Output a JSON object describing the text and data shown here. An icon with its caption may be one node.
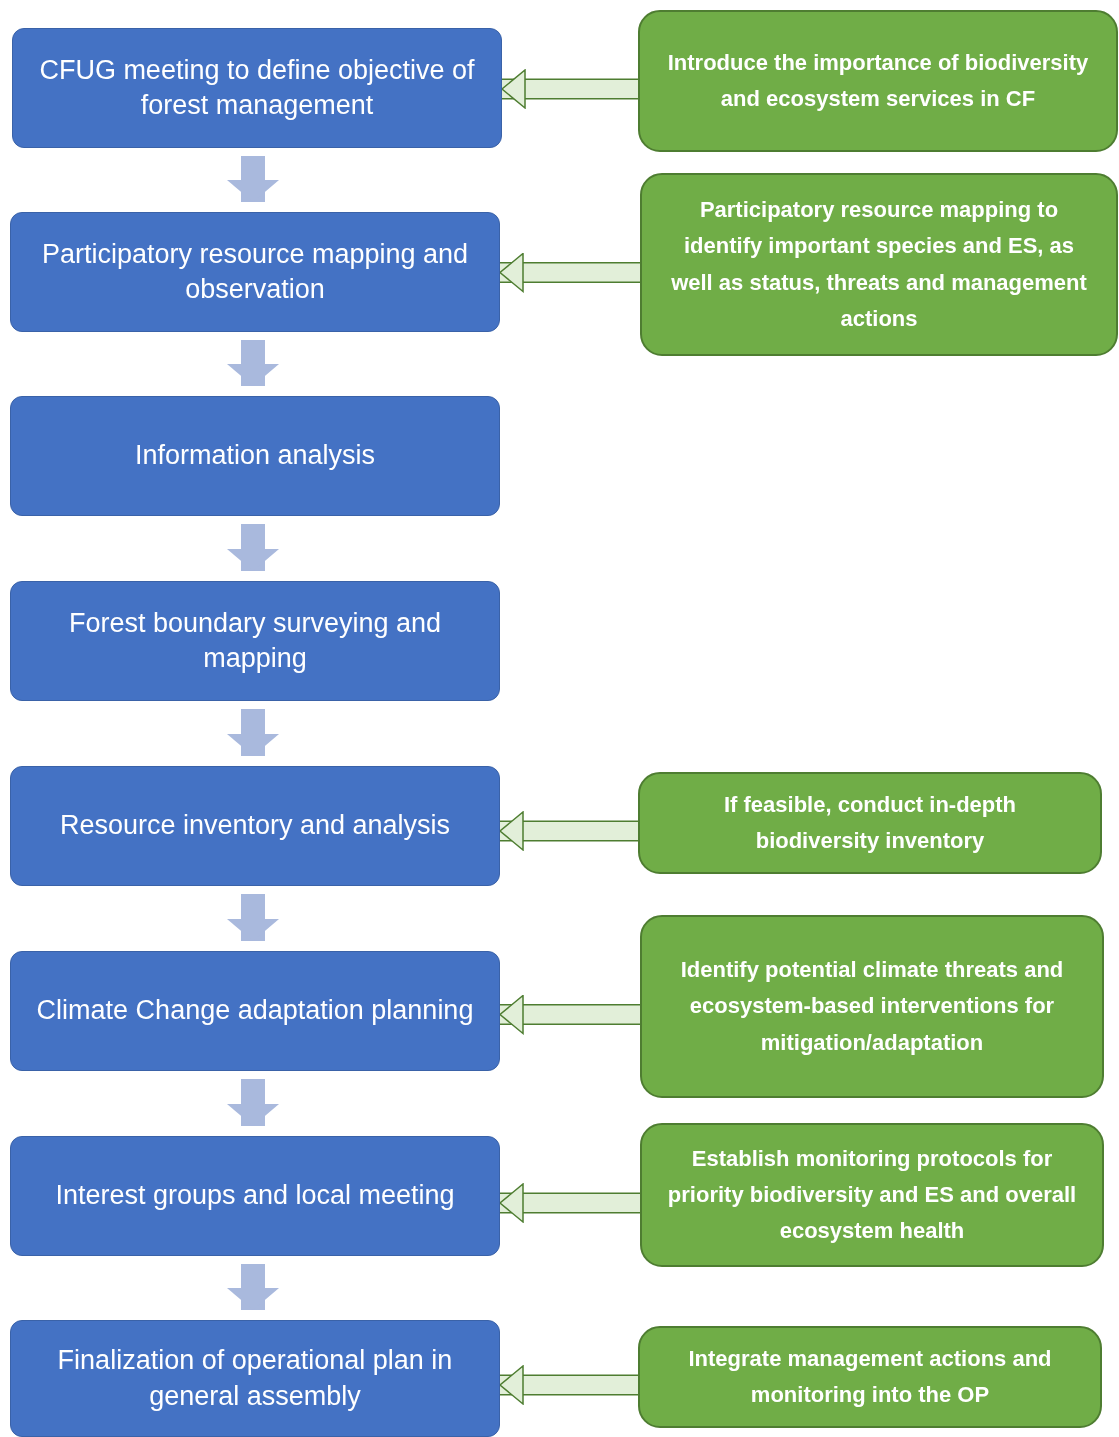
{
  "diagram": {
    "nodes": [
      {
        "text": [
          "CFUG meeting to define objective of forest management"
        ]
      },
      {
        "text": [
          "Introduce the importance of biodiversity and ecosystem services in CF"
        ]
      },
      {
        "text": [
          "Participatory resource mapping and observation"
        ]
      },
      {
        "text": [
          "Participatory resource mapping to identify important species and ES, as well as status, threats and management actions"
        ]
      },
      {
        "text": [
          "Information analysis"
        ]
      },
      {
        "text": [
          "Forest boundary surveying and mapping"
        ]
      },
      {
        "text": [
          "Resource inventory and analysis"
        ]
      },
      {
        "text": [
          "If feasible, conduct in-depth biodiversity inventory"
        ]
      },
      {
        "text": [
          "Climate Change adaptation planning"
        ]
      },
      {
        "text": [
          "Identify potential climate threats and ecosystem-based interventions for mitigation/adaptation"
        ]
      },
      {
        "text": [
          "Interest groups and local meeting"
        ]
      },
      {
        "text": [
          "Establish monitoring protocols for priority biodiversity and ES and overall ecosystem health"
        ]
      },
      {
        "text": [
          "Finalization of operational plan in general assembly"
        ]
      },
      {
        "text": [
          "Integrate management actions and monitoring into the OP"
        ]
      }
    ],
    "edges": [
      {
        "from": 0,
        "to": 2,
        "arrow": "to"
      },
      {
        "from": 2,
        "to": 4,
        "arrow": "to"
      },
      {
        "from": 4,
        "to": 5,
        "arrow": "to"
      },
      {
        "from": 5,
        "to": 6,
        "arrow": "to"
      },
      {
        "from": 6,
        "to": 8,
        "arrow": "to"
      },
      {
        "from": 8,
        "to": 10,
        "arrow": "to"
      },
      {
        "from": 10,
        "to": 12,
        "arrow": "to"
      },
      {
        "from": 1,
        "to": 0,
        "arrow": "to",
        "color": "#4e7d31"
      },
      {
        "from": 3,
        "to": 2,
        "arrow": "to",
        "color": "#4e7d31"
      },
      {
        "from": 7,
        "to": 6,
        "arrow": "to",
        "color": "#4e7d31"
      },
      {
        "from": 9,
        "to": 8,
        "arrow": "to",
        "color": "#4e7d31"
      },
      {
        "from": 11,
        "to": 10,
        "arrow": "to",
        "color": "#4e7d31"
      },
      {
        "from": 13,
        "to": 12,
        "arrow": "to",
        "color": "#4e7d31"
      }
    ]
  }
}
